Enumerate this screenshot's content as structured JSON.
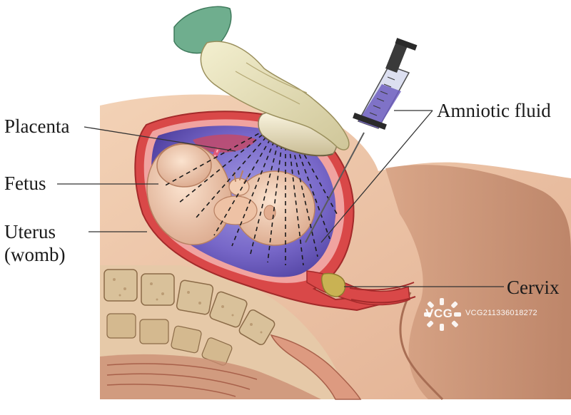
{
  "labels": {
    "placenta": "Placenta",
    "fetus": "Fetus",
    "uterus": "Uterus",
    "womb": "(womb)",
    "amniotic_fluid": "Amniotic fluid",
    "cervix": "Cervix"
  },
  "watermark": {
    "brand": "VCG",
    "id": "VCG211336018272"
  },
  "colors": {
    "skin": "#eec6a6",
    "skin_shadow": "#d9a486",
    "uterus_wall": "#d94848",
    "amniotic_fluid": "#6f5fc0",
    "fetus": "#f1cdb3",
    "glove": "#e8e2b8",
    "sleeve": "#6fae8e",
    "spine_bone": "#d8c09a",
    "cervix_plug": "#c9b253",
    "probe": "#efe6c8",
    "leader_line": "#333333"
  }
}
